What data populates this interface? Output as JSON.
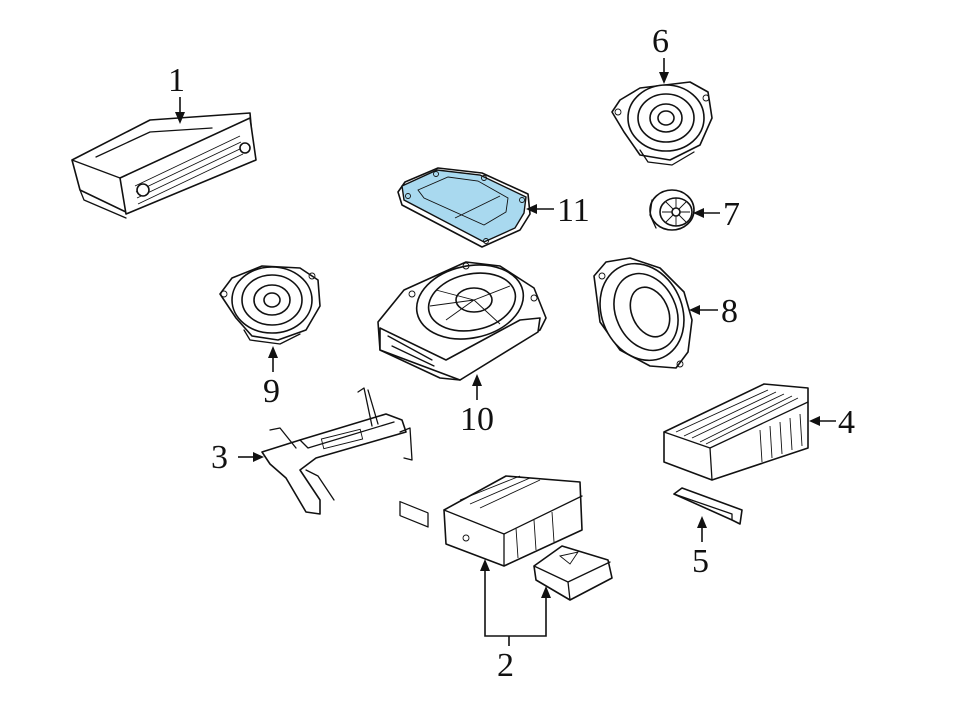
{
  "diagram": {
    "highlight_color": "#a9d9ef",
    "line_color": "#111111",
    "callouts": [
      {
        "id": "1",
        "label": "1"
      },
      {
        "id": "2",
        "label": "2"
      },
      {
        "id": "3",
        "label": "3"
      },
      {
        "id": "4",
        "label": "4"
      },
      {
        "id": "5",
        "label": "5"
      },
      {
        "id": "6",
        "label": "6"
      },
      {
        "id": "7",
        "label": "7"
      },
      {
        "id": "8",
        "label": "8"
      },
      {
        "id": "9",
        "label": "9"
      },
      {
        "id": "10",
        "label": "10"
      },
      {
        "id": "11",
        "label": "11"
      }
    ]
  }
}
